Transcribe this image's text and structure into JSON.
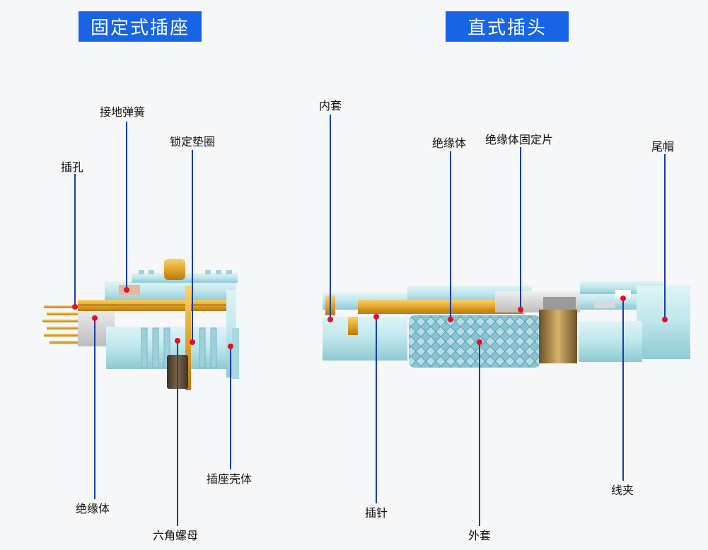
{
  "titles": {
    "socket": "固定式插座",
    "plug": "直式插头"
  },
  "socket_labels": {
    "ground_spring": "接地弹簧",
    "lock_washer": "锁定垫圈",
    "jack": "插孔",
    "insulator": "绝缘体",
    "hex_nut": "六角螺母",
    "socket_shell": "插座壳体"
  },
  "plug_labels": {
    "inner_sleeve": "内套",
    "insulator": "绝缘体",
    "insulator_fixing_piece": "绝缘体固定片",
    "tail_cap": "尾帽",
    "pin": "插针",
    "outer_sleeve": "外套",
    "cable_clamp": "线夹"
  },
  "colors": {
    "badge": "#1764e6",
    "leader_line": "#1a3f9c",
    "marker": "#e0102a",
    "body_cyan": "#bfe7ec",
    "gold": "#e3a52b",
    "knurl": "#7fb7c8",
    "nut": "#5b4a38"
  }
}
